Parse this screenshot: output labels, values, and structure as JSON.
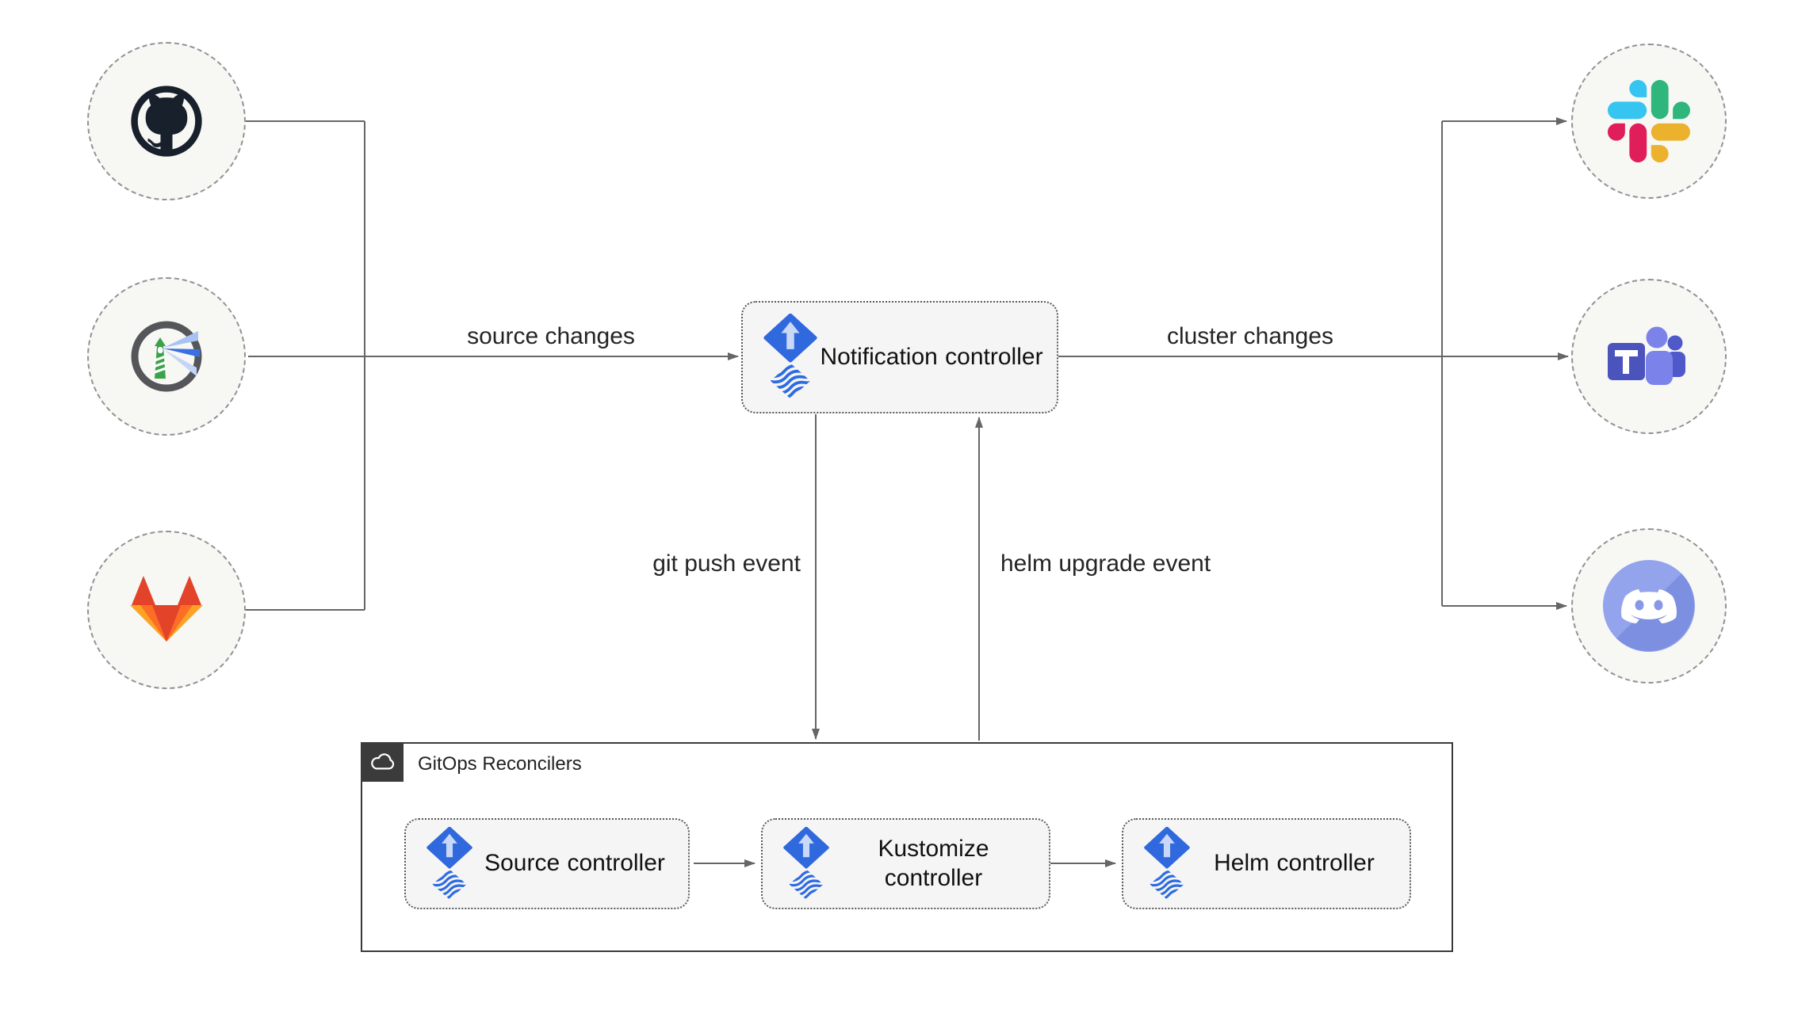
{
  "diagram": {
    "sources": [
      {
        "name": "github",
        "icon": "github-icon"
      },
      {
        "name": "harbor",
        "icon": "harbor-icon"
      },
      {
        "name": "gitlab",
        "icon": "gitlab-icon"
      }
    ],
    "targets": [
      {
        "name": "slack",
        "icon": "slack-icon"
      },
      {
        "name": "microsoft-teams",
        "icon": "teams-icon"
      },
      {
        "name": "discord",
        "icon": "discord-icon"
      }
    ],
    "nodes": {
      "notification": {
        "label": "Notification controller"
      },
      "source": {
        "label": "Source controller"
      },
      "kustomize": {
        "label": "Kustomize controller"
      },
      "helm": {
        "label": "Helm controller"
      }
    },
    "container": {
      "label": "GitOps Reconcilers"
    },
    "edges": {
      "source_changes": "source changes",
      "cluster_changes": "cluster changes",
      "git_push": "git push event",
      "helm_upgrade": "helm upgrade event"
    },
    "colors": {
      "flux_blue": "#3068DE",
      "flux_wave_blue": "#2E6BE2",
      "line_gray": "#666666",
      "box_fill": "#F5F5F5",
      "circle_fill": "#F7F7F4",
      "container_border": "#3A3A3A",
      "github_dark": "#18202C",
      "harbor_green": "#3AA24B",
      "harbor_ring_gray": "#55565A",
      "gitlab_red": "#E24329",
      "gitlab_orange": "#FC6D26",
      "gitlab_yellow": "#FCA326",
      "slack_blue": "#36C5F0",
      "slack_green": "#2EB67D",
      "slack_yellow": "#ECB22E",
      "slack_red": "#E01E5A",
      "teams_dark_purple": "#4B53BC",
      "teams_mid_purple": "#5059C9",
      "teams_light_purple": "#7B83EB",
      "discord_blurple": "#8A9BEA"
    }
  }
}
